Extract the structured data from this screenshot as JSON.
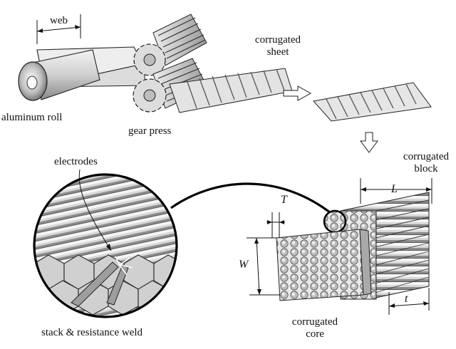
{
  "labels": {
    "web": "web",
    "aluminum_roll": "aluminum roll",
    "gear_press": "gear press",
    "corrugated_sheet": [
      "corrugated",
      "sheet"
    ],
    "corrugated_block": [
      "corrugated",
      "block"
    ],
    "electrodes": "electrodes",
    "stack_weld": "stack & resistance weld",
    "corrugated_core": [
      "corrugated",
      "core"
    ]
  },
  "dimensions": {
    "length": "L",
    "thickness": "T",
    "width": "W",
    "slice": "t"
  },
  "colors": {
    "ink": "#111111",
    "metal_light": "#e8e8e8",
    "metal_mid": "#b5b5b5",
    "metal_dark": "#6e6e6e"
  }
}
